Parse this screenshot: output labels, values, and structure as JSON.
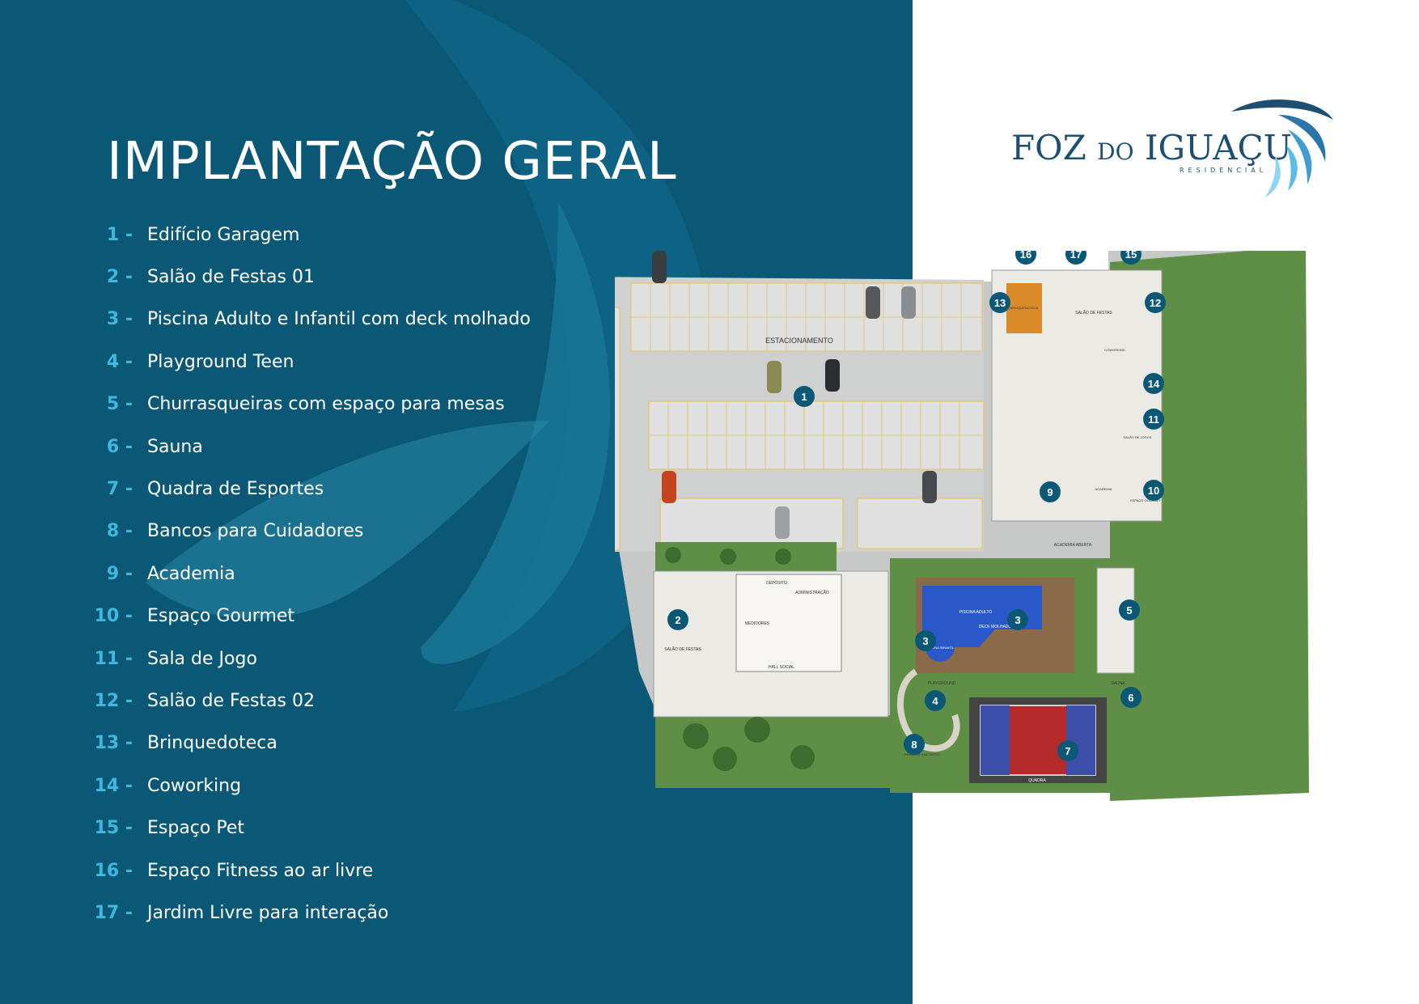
{
  "title": "IMPLANTAÇÃO GERAL",
  "logo": {
    "main": "FOZ",
    "connector": "DO",
    "second": "IGUAÇU",
    "sub": "RESIDENCIAL"
  },
  "legend": [
    {
      "num": "1 -",
      "label": "Edifício Garagem"
    },
    {
      "num": "2 -",
      "label": "Salão de Festas 01"
    },
    {
      "num": "3 -",
      "label": "Piscina Adulto e Infantil com deck molhado"
    },
    {
      "num": "4 -",
      "label": "Playground Teen"
    },
    {
      "num": "5 -",
      "label": "Churrasqueiras com espaço para mesas"
    },
    {
      "num": "6 -",
      "label": "Sauna"
    },
    {
      "num": "7 -",
      "label": "Quadra de Esportes"
    },
    {
      "num": "8 -",
      "label": "Bancos para Cuidadores"
    },
    {
      "num": "9 -",
      "label": "Academia"
    },
    {
      "num": "10 -",
      "label": "Espaço Gourmet"
    },
    {
      "num": "11 -",
      "label": "Sala de Jogo"
    },
    {
      "num": "12 -",
      "label": "Salão de Festas 02"
    },
    {
      "num": "13 -",
      "label": "Brinquedoteca"
    },
    {
      "num": "14 -",
      "label": "Coworking"
    },
    {
      "num": "15 -",
      "label": "Espaço Pet"
    },
    {
      "num": "16 -",
      "label": "Espaço Fitness ao ar livre"
    },
    {
      "num": "17 -",
      "label": "Jardim Livre para interação"
    }
  ],
  "plan": {
    "parking_label": "ESTACIONAMENTO",
    "pool_label": "PISCINA ADULTO",
    "deck_label": "DECK MOLHADO",
    "kids_pool_label": "PISCINA INFANTIL",
    "playground_label": "PLAYGROUND",
    "court_label": "QUADRA",
    "gym_label": "ACADEMIA",
    "gourmet_label": "ESPAÇO GOURMET",
    "party_label": "SALÃO DE FESTAS",
    "hall_label": "HALL SOCIAL",
    "sauna_label": "SAUNA",
    "open_gym_label": "ACADEMIA ABERTA",
    "games_label": "SALÃO DE JOGOS",
    "coworking_label": "COWORKING",
    "toy_label": "BRINQUEDOTECA",
    "deposit_label": "DEPÓSITO",
    "admin_label": "ADMINISTRAÇÃO",
    "meters_label": "MEDIDORES",
    "meeting_label": "PRAÇA DE ENCONTRO",
    "markers": [
      "1",
      "2",
      "3",
      "3",
      "4",
      "5",
      "6",
      "7",
      "8",
      "9",
      "10",
      "11",
      "12",
      "13",
      "14",
      "15",
      "16",
      "17"
    ]
  }
}
